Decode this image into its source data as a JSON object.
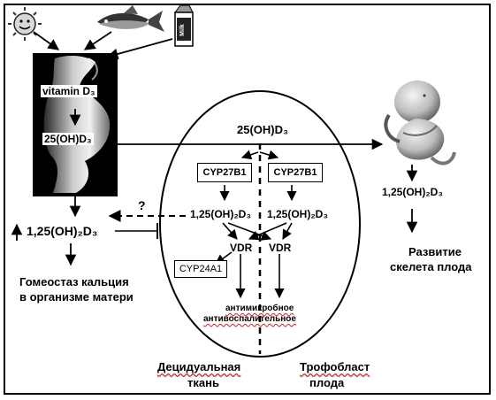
{
  "maternal": {
    "vitamin": "vitamin D₃",
    "hydroxy": "25(OH)D₃",
    "active": "1,25(OH)₂D₃",
    "outcome_line1": "Гомеостаз  кальция",
    "outcome_line2": "в организме  матери"
  },
  "placenta": {
    "hydroxy": "25(OH)D₃",
    "enzyme_left": "CYP27B1",
    "enzyme_right": "CYP27B1",
    "active_left": "1,25(OH)₂D₃",
    "active_right": "1,25(OH)₂D₃",
    "vdr_left": "VDR",
    "vdr_right": "VDR",
    "catabolic_enzyme": "CYP24A1",
    "effect_line1": "антимикробное",
    "effect_line2": "антивоспалительное",
    "unknown_mark": "?"
  },
  "fetus": {
    "active": "1,25(OH)₂D₃",
    "outcome_line1": "Развитие",
    "outcome_line2": "скелета плода"
  },
  "tissues": {
    "decidua_line1": "Децидуальная",
    "decidua_line2": "ткань",
    "trophoblast_line1": "Трофобласт",
    "trophoblast_line2": "плода"
  },
  "sources": {
    "sun": "sun-icon",
    "fish": "fish-icon",
    "milk": "milk-carton-icon",
    "milk_label": "Milk"
  }
}
